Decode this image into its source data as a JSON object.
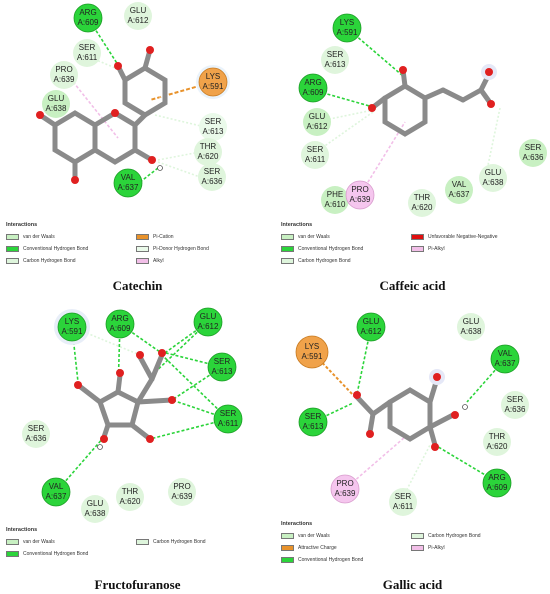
{
  "legend_title": "Interactions",
  "legend_colors": {
    "van_der_waals": "#c8f0c2",
    "conventional_hydrogen_bond": "#2bd43a",
    "carbon_hydrogen_bond": "#def5dc",
    "pi_cation": "#e8922b",
    "pi_donor_hydrogen_bond": "#eafaea",
    "alkyl": "#f2bfe8",
    "unfavorable_negative_negative": "#e01010",
    "pi_alkyl": "#f2bfe8",
    "attractive_charge": "#e8922b"
  },
  "panels": [
    {
      "name": "Catechin",
      "legend": [
        {
          "label": "van der Waals",
          "color": "#c8f0c2"
        },
        {
          "label": "Conventional Hydrogen Bond",
          "color": "#2bd43a"
        },
        {
          "label": "Carbon Hydrogen Bond",
          "color": "#def5dc"
        },
        {
          "label": "Pi-Cation",
          "color": "#e8922b"
        },
        {
          "label": "Pi-Donor Hydrogen Bond",
          "color": "#eafaea"
        },
        {
          "label": "Alkyl",
          "color": "#f2bfe8"
        }
      ],
      "residues": [
        {
          "l1": "ARG",
          "l2": "A:609",
          "type": "hbond"
        },
        {
          "l1": "GLU",
          "l2": "A:612",
          "type": "vdw"
        },
        {
          "l1": "SER",
          "l2": "A:611",
          "type": "vdw"
        },
        {
          "l1": "PRO",
          "l2": "A:639",
          "type": "vdw"
        },
        {
          "l1": "GLU",
          "l2": "A:638",
          "type": "vdw"
        },
        {
          "l1": "LYS",
          "l2": "A:591",
          "type": "cation"
        },
        {
          "l1": "SER",
          "l2": "A:613",
          "type": "vdw"
        },
        {
          "l1": "THR",
          "l2": "A:620",
          "type": "vdw"
        },
        {
          "l1": "SER",
          "l2": "A:636",
          "type": "vdw"
        },
        {
          "l1": "VAL",
          "l2": "A:637",
          "type": "hbond"
        }
      ]
    },
    {
      "name": "Caffeic acid",
      "legend": [
        {
          "label": "van der Waals",
          "color": "#c8f0c2"
        },
        {
          "label": "Conventional Hydrogen Bond",
          "color": "#2bd43a"
        },
        {
          "label": "Carbon Hydrogen Bond",
          "color": "#def5dc"
        },
        {
          "label": "Unfavorable Negative-Negative",
          "color": "#e01010"
        },
        {
          "label": "Pi-Alkyl",
          "color": "#f2bfe8"
        }
      ],
      "residues": [
        {
          "l1": "LYS",
          "l2": "A:591",
          "type": "hbond"
        },
        {
          "l1": "SER",
          "l2": "A:613",
          "type": "vdw"
        },
        {
          "l1": "ARG",
          "l2": "A:609",
          "type": "hbond"
        },
        {
          "l1": "GLU",
          "l2": "A:612",
          "type": "vdw"
        },
        {
          "l1": "SER",
          "l2": "A:611",
          "type": "vdw"
        },
        {
          "l1": "SER",
          "l2": "A:636",
          "type": "vdw"
        },
        {
          "l1": "PHE",
          "l2": "A:610",
          "type": "vdw"
        },
        {
          "l1": "PRO",
          "l2": "A:639",
          "type": "alkyl"
        },
        {
          "l1": "THR",
          "l2": "A:620",
          "type": "vdw"
        },
        {
          "l1": "VAL",
          "l2": "A:637",
          "type": "vdw"
        },
        {
          "l1": "GLU",
          "l2": "A:638",
          "type": "vdw"
        }
      ]
    },
    {
      "name": "Fructofuranose",
      "legend": [
        {
          "label": "van der Waals",
          "color": "#c8f0c2"
        },
        {
          "label": "Conventional Hydrogen Bond",
          "color": "#2bd43a"
        },
        {
          "label": "Carbon Hydrogen Bond",
          "color": "#def5dc"
        }
      ],
      "residues": [
        {
          "l1": "LYS",
          "l2": "A:591",
          "type": "hbond"
        },
        {
          "l1": "ARG",
          "l2": "A:609",
          "type": "hbond"
        },
        {
          "l1": "GLU",
          "l2": "A:612",
          "type": "hbond"
        },
        {
          "l1": "SER",
          "l2": "A:613",
          "type": "hbond"
        },
        {
          "l1": "SER",
          "l2": "A:611",
          "type": "hbond"
        },
        {
          "l1": "SER",
          "l2": "A:636",
          "type": "vdw"
        },
        {
          "l1": "VAL",
          "l2": "A:637",
          "type": "hbond"
        },
        {
          "l1": "GLU",
          "l2": "A:638",
          "type": "vdw"
        },
        {
          "l1": "THR",
          "l2": "A:620",
          "type": "vdw"
        },
        {
          "l1": "PRO",
          "l2": "A:639",
          "type": "vdw"
        }
      ]
    },
    {
      "name": "Gallic acid",
      "legend": [
        {
          "label": "van der Waals",
          "color": "#c8f0c2"
        },
        {
          "label": "Attractive Charge",
          "color": "#e8922b"
        },
        {
          "label": "Conventional Hydrogen Bond",
          "color": "#2bd43a"
        },
        {
          "label": "Carbon Hydrogen Bond",
          "color": "#def5dc"
        },
        {
          "label": "Pi-Alkyl",
          "color": "#f2bfe8"
        }
      ],
      "residues": [
        {
          "l1": "LYS",
          "l2": "A:591",
          "type": "cation"
        },
        {
          "l1": "GLU",
          "l2": "A:612",
          "type": "hbond"
        },
        {
          "l1": "GLU",
          "l2": "A:638",
          "type": "vdw"
        },
        {
          "l1": "VAL",
          "l2": "A:637",
          "type": "hbond"
        },
        {
          "l1": "SER",
          "l2": "A:636",
          "type": "vdw"
        },
        {
          "l1": "SER",
          "l2": "A:613",
          "type": "hbond"
        },
        {
          "l1": "THR",
          "l2": "A:620",
          "type": "vdw"
        },
        {
          "l1": "PRO",
          "l2": "A:639",
          "type": "alkyl"
        },
        {
          "l1": "ARG",
          "l2": "A:609",
          "type": "hbond"
        },
        {
          "l1": "SER",
          "l2": "A:611",
          "type": "vdw"
        }
      ]
    }
  ]
}
